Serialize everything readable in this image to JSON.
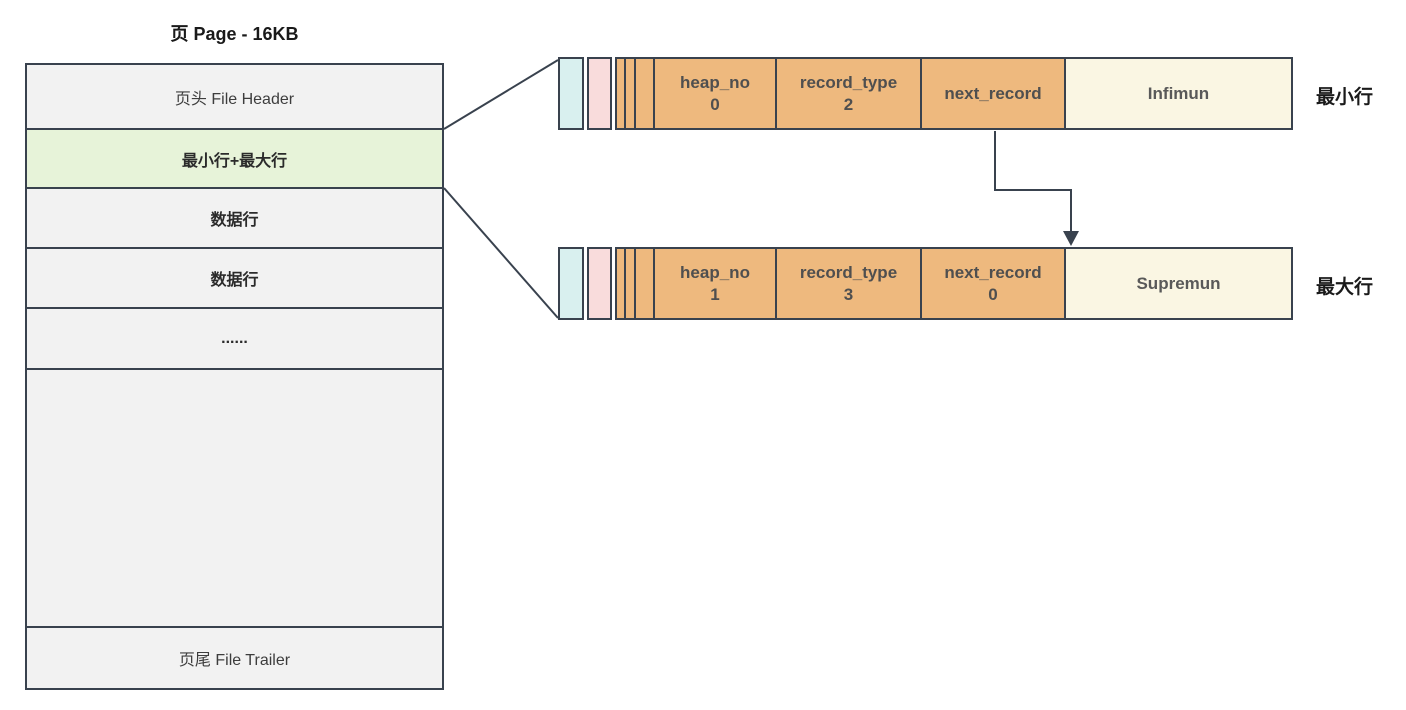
{
  "page": {
    "title": "页 Page - 16KB",
    "sections": [
      {
        "label": "页头 File Header"
      },
      {
        "label": "最小行+最大行"
      },
      {
        "label": "数据行"
      },
      {
        "label": "数据行"
      },
      {
        "label": "......"
      },
      {
        "label": ""
      },
      {
        "label": "页尾 File Trailer"
      }
    ]
  },
  "records": [
    {
      "side_label": "最小行",
      "name": "Infimun",
      "fields": [
        {
          "label": "heap_no",
          "value": "0"
        },
        {
          "label": "record_type",
          "value": "2"
        },
        {
          "label": "next_record",
          "value": ""
        }
      ]
    },
    {
      "side_label": "最大行",
      "name": "Supremun",
      "fields": [
        {
          "label": "heap_no",
          "value": "1"
        },
        {
          "label": "record_type",
          "value": "3"
        },
        {
          "label": "next_record",
          "value": "0"
        }
      ]
    }
  ],
  "colors": {
    "background": "#ffffff",
    "border": "#39424e",
    "section_gray": "#f2f2f2",
    "section_green": "#e7f3d9",
    "cell_blue": "#d9f0ef",
    "cell_pink": "#f9dcdc",
    "cell_orange": "#eeb97e",
    "cell_cream": "#faf6e3",
    "field_text": "#4f4f4f",
    "label_text": "#1a1a1a"
  }
}
